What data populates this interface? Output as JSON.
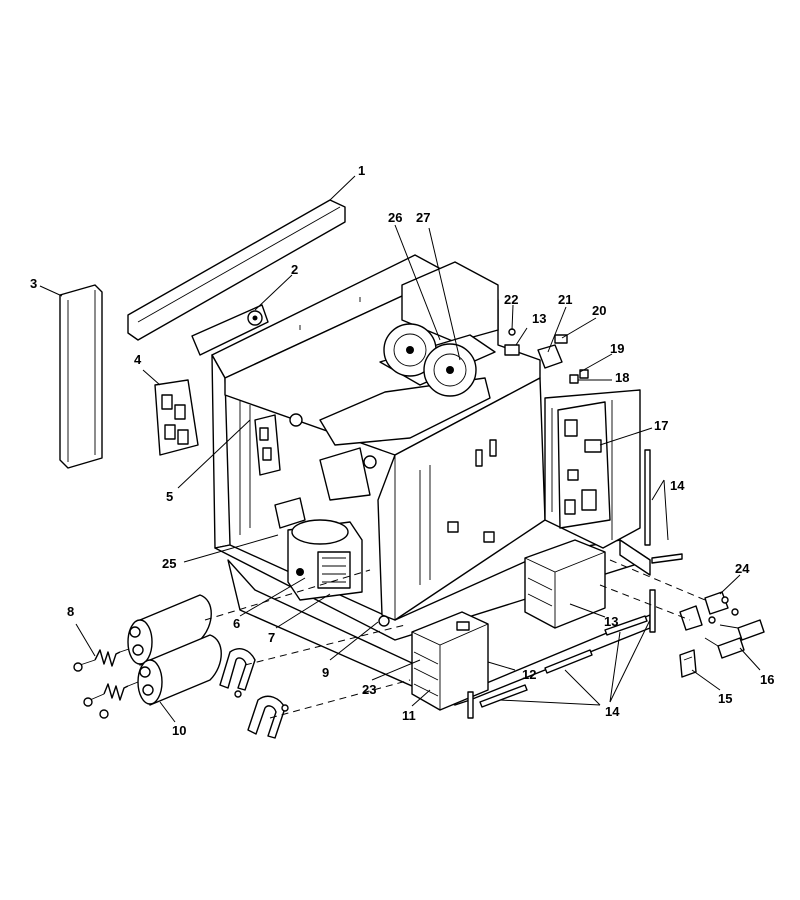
{
  "diagram": {
    "callouts": {
      "c1": "1",
      "c2": "2",
      "c3": "3",
      "c4": "4",
      "c5": "5",
      "c6": "6",
      "c7": "7",
      "c8": "8",
      "c9": "9",
      "c10": "10",
      "c11": "11",
      "c12": "12",
      "c13a": "13",
      "c13b": "13",
      "c14a": "14",
      "c14b": "14",
      "c15": "15",
      "c16": "16",
      "c17": "17",
      "c18": "18",
      "c19": "19",
      "c20": "20",
      "c21": "21",
      "c22": "22",
      "c23": "23",
      "c24": "24",
      "c25": "25",
      "c26": "26",
      "c27": "27"
    }
  }
}
